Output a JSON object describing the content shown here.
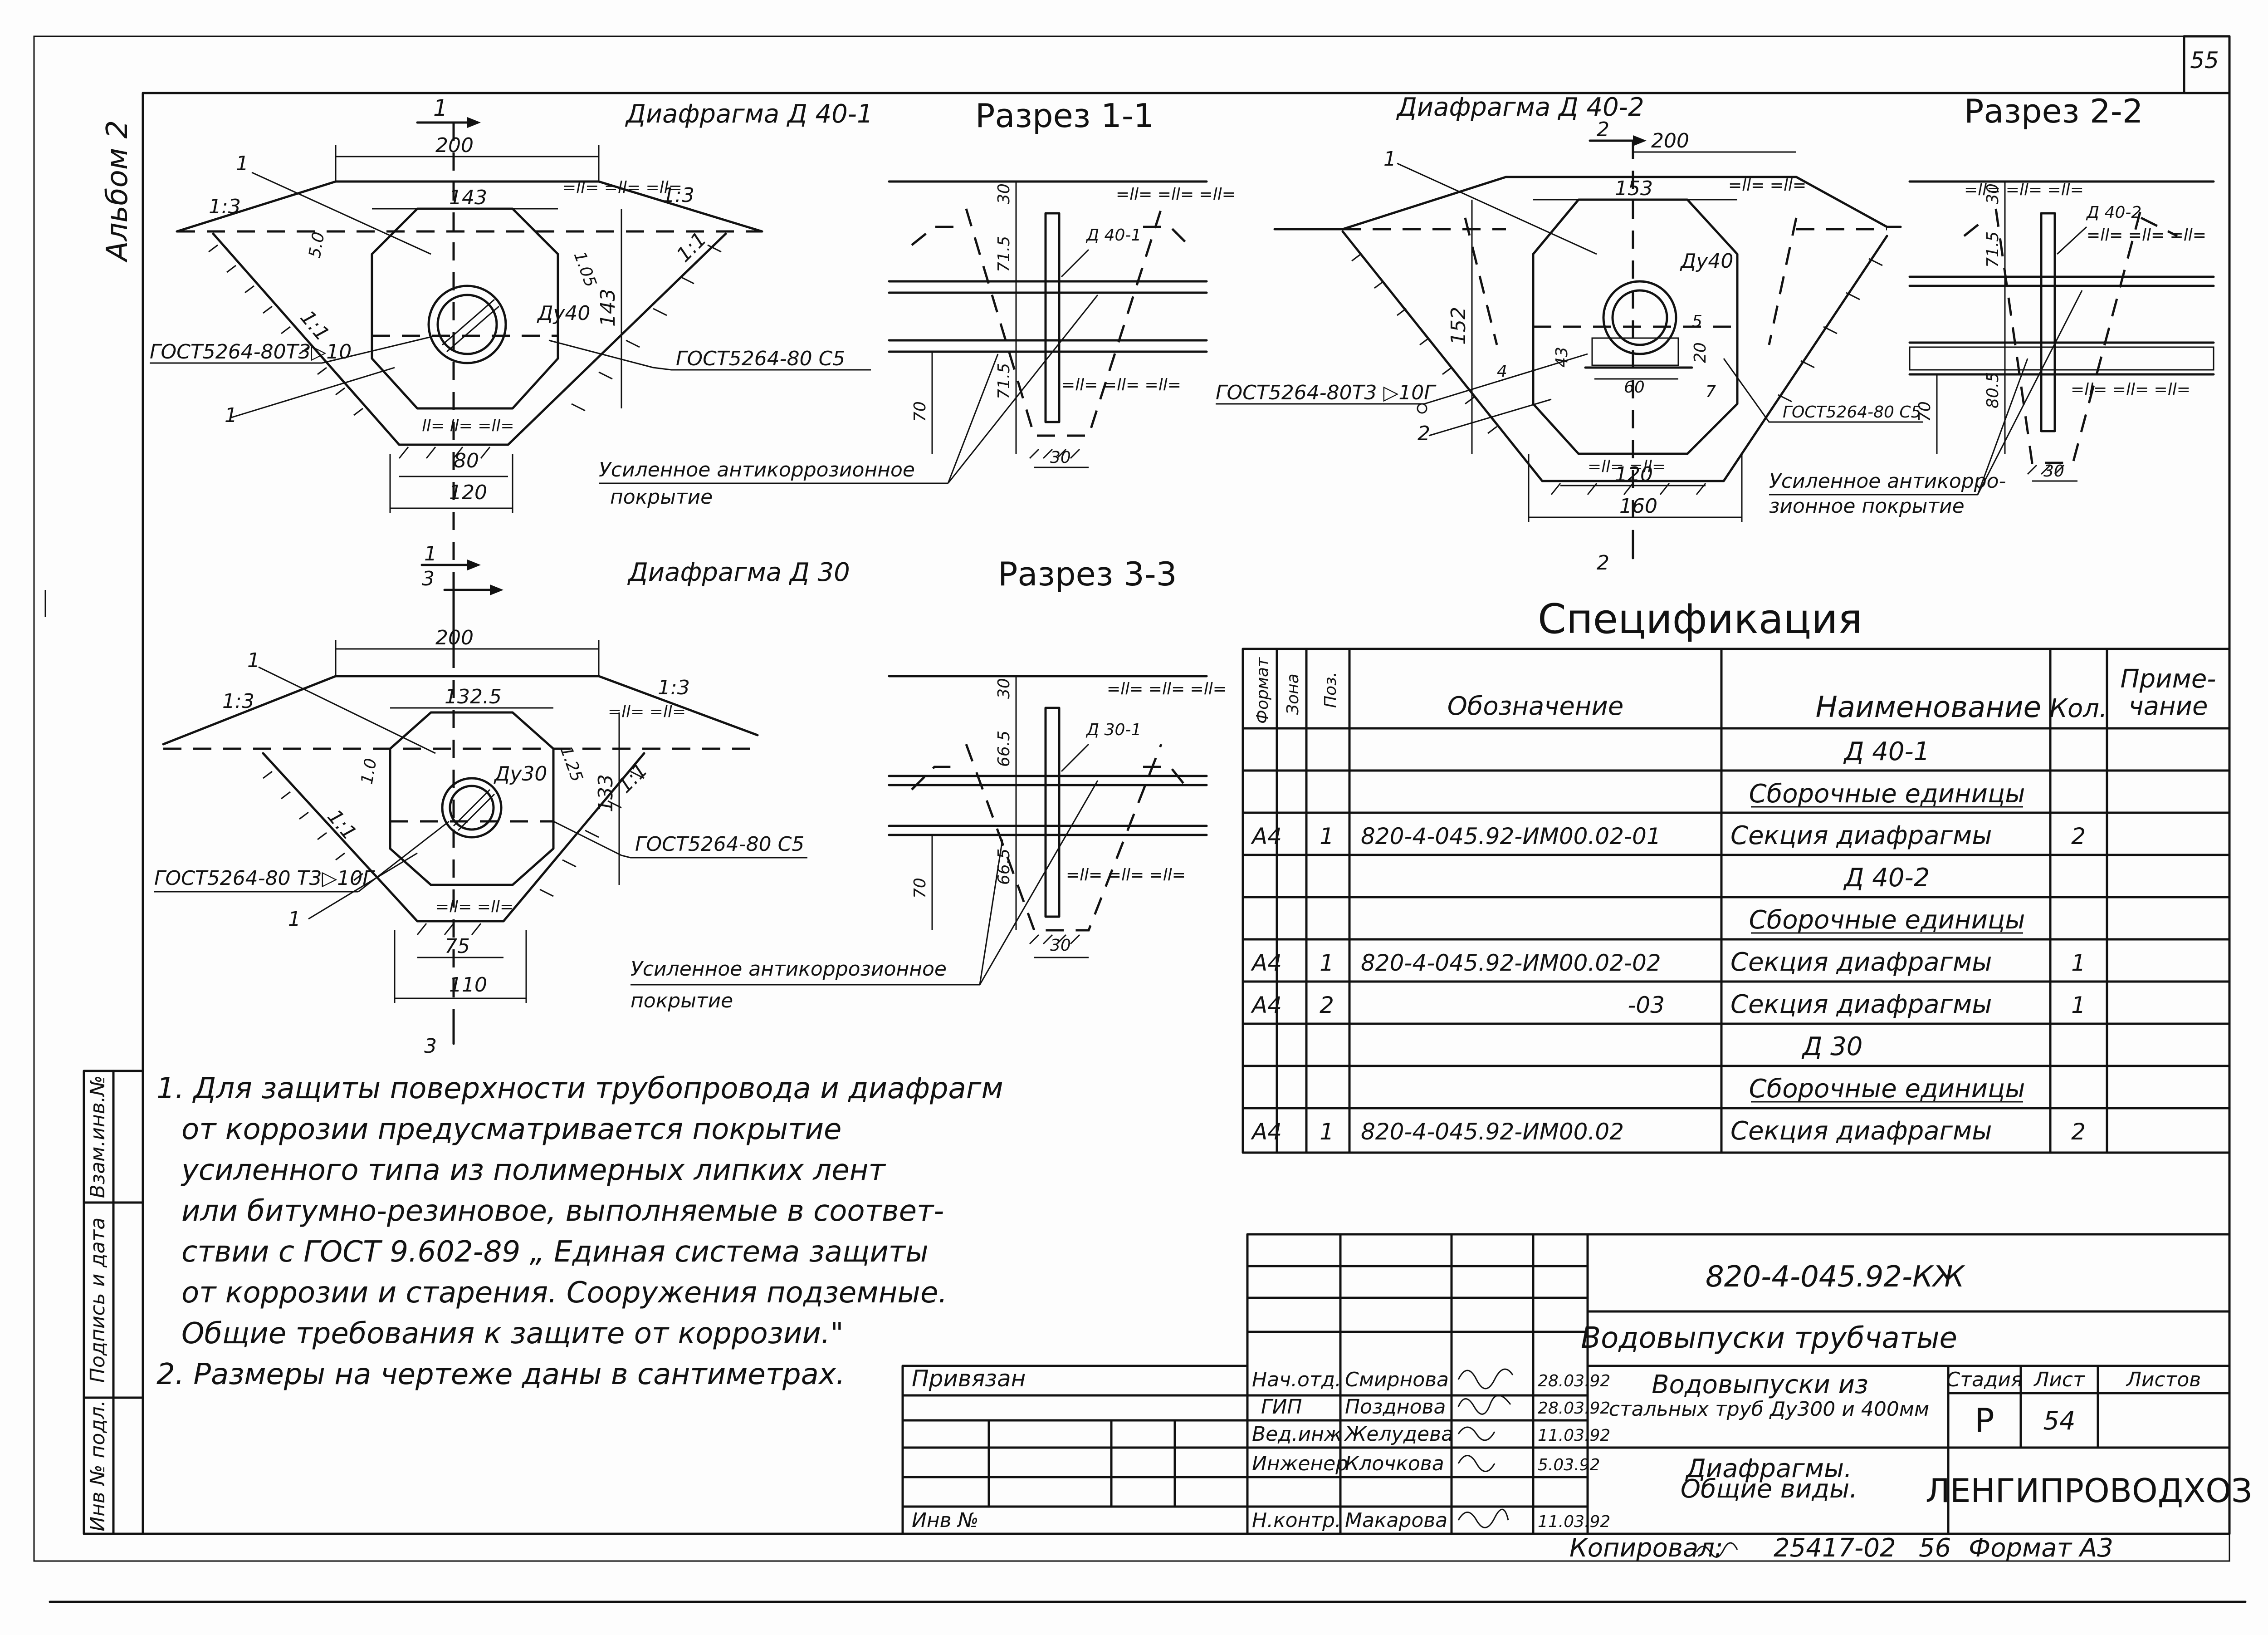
{
  "sheet_number": "55",
  "album_label": "Альбом 2",
  "d40_1": {
    "title": "Диафрагма Д 40-1",
    "section_mark": "1",
    "dims": {
      "top": "200",
      "inner_w": "143",
      "inner_h": "143",
      "bottom": "80",
      "base": "120",
      "tick": "1.05",
      "chamfer": "5.0"
    },
    "slope_left": "1:3",
    "slope_right": "1:3",
    "side_left": "1:1",
    "side_right": "1:1",
    "pipe": "Ду40",
    "pos_a": "1",
    "pos_b": "1",
    "weld_left": "ГОСТ5264-80Т3▷10",
    "weld_right": "ГОСТ5264-80  С5",
    "eq_top": "=ll= =ll= =ll=",
    "eq_bot": "ll= ll= =ll="
  },
  "section_1_1": {
    "title": "Разрез 1-1",
    "d_up": "30",
    "d_mid": "71.5",
    "d_low": "71.5",
    "d_bot": "70",
    "d_base": "30",
    "label": "Д 40-1",
    "eq": "=ll= =ll= =ll="
  },
  "coating_1": {
    "line1": "Усиленное   антикоррозионное",
    "line2": "покрытие"
  },
  "d40_2": {
    "title": "Диафрагма Д 40-2",
    "section_mark": "2",
    "dims": {
      "top": "200",
      "inner_w": "153",
      "h": "152",
      "d43": "43",
      "d60": "60",
      "d20": "20",
      "d5": "5",
      "d7": "7",
      "base": "120",
      "bottom": "160"
    },
    "pipe": "Ду40",
    "pos_a": "1",
    "pos_b": "2",
    "pos_c": "4",
    "weld": "ГОСТ5264-80Т3   ▷10Г",
    "weld_right": "ГОСТ5264-80  С5",
    "eq": "=ll= =ll="
  },
  "section_2_2": {
    "title": "Разрез 2-2",
    "d_up": "30",
    "d_mid": "71.5",
    "d_low": "80.5",
    "d_bot": "70",
    "d_base": "30",
    "label": "Д 40-2",
    "eq": "=ll= =ll= =ll="
  },
  "coating_2": {
    "line1": "Усиленное антикорро-",
    "line2": "зионное покрытие"
  },
  "d30": {
    "title": "Диафрагма Д 30",
    "section_mark": "3",
    "dims": {
      "top": "200",
      "inner_w": "132.5",
      "inner_h": "133",
      "bottom": "75",
      "base": "110",
      "tick": "1.25",
      "chamfer": "1.0"
    },
    "slope_left": "1:3",
    "slope_right": "1:3",
    "side_left": "1:1",
    "side_right": "1:1",
    "pipe": "Ду30",
    "pos_a": "1",
    "pos_b": "1",
    "weld_left": "ГОСТ5264-80  Т3▷10Г",
    "weld_right": "ГОСТ5264-80    С5",
    "eq": "=ll= =ll="
  },
  "section_3_3": {
    "title": "Разрез 3-3",
    "d_up": "30",
    "d_mid": "66.5",
    "d_low": "66.5",
    "d_bot": "70",
    "d_base": "30",
    "label": "Д 30-1",
    "eq": "=ll= =ll= =ll="
  },
  "coating_3": {
    "line1": "Усиленное  антикоррозионное",
    "line2": "покрытие"
  },
  "spec": {
    "title": "Спецификация",
    "headers": {
      "format": "Формат",
      "zone": "Зона",
      "pos": "Поз.",
      "designation": "Обозначение",
      "name": "Наименование",
      "qty": "Кол.",
      "note1": "Приме-",
      "note2": "чание"
    },
    "rows": [
      {
        "format": "",
        "pos": "",
        "designation": "",
        "name": "Д 40-1",
        "qty": ""
      },
      {
        "format": "",
        "pos": "",
        "designation": "",
        "name": "Сборочные  единицы",
        "qty": ""
      },
      {
        "format": "А4",
        "pos": "1",
        "designation": "820-4-045.92-ИМ00.02-01",
        "name": "Секция  диафрагмы",
        "qty": "2"
      },
      {
        "format": "",
        "pos": "",
        "designation": "",
        "name": "Д 40-2",
        "qty": ""
      },
      {
        "format": "",
        "pos": "",
        "designation": "",
        "name": "Сборочные  единицы",
        "qty": ""
      },
      {
        "format": "А4",
        "pos": "1",
        "designation": "820-4-045.92-ИМ00.02-02",
        "name": "Секция  диафрагмы",
        "qty": "1"
      },
      {
        "format": "А4",
        "pos": "2",
        "designation": "-03",
        "name": "Секция  диафрагмы",
        "qty": "1"
      },
      {
        "format": "",
        "pos": "",
        "designation": "",
        "name": "Д 30",
        "qty": ""
      },
      {
        "format": "",
        "pos": "",
        "designation": "",
        "name": "Сборочные  единицы",
        "qty": ""
      },
      {
        "format": "А4",
        "pos": "1",
        "designation": "820-4-045.92-ИМ00.02",
        "name": "Секция  диафрагмы",
        "qty": "2"
      }
    ]
  },
  "notes": [
    "1. Для защиты поверхности трубопровода и диафрагм",
    "от коррозии предусматривается  покрытие",
    "усиленного типа из полимерных липких лент",
    "или битумно-резиновое, выполняемые в соответ-",
    "ствии с  ГОСТ 9.602-89 „ Единая система защиты",
    "от коррозии и старения. Сооружения подземные.",
    "Общие требования к защите от коррозии.\"",
    "2. Размеры на чертеже даны в сантиметрах."
  ],
  "side_stamp": [
    "Инв № подл.",
    "Подпись и дата",
    "Взам.инв.№"
  ],
  "title_block": {
    "doc_code": "820-4-045.92-КЖ",
    "project": "Водовыпуски  трубчатые",
    "subject1": "Водовыпуски  из",
    "subject2": "стальных труб Ду300 и 400мм",
    "sheet_title1": "Диафрагмы.",
    "sheet_title2": "Общие виды.",
    "stage_h": "Стадия",
    "sheet_h": "Лист",
    "sheets_h": "Листов",
    "stage": "Р",
    "sheet": "54",
    "org": "ЛЕНГИПРОВОДХОЗ",
    "privyazan": "Привязан",
    "inv": "Инв №",
    "people": [
      {
        "role": "Нач.отд.",
        "name": "Смирнова",
        "date": "28.03.92"
      },
      {
        "role": "ГИП",
        "name": "Позднова",
        "date": "28.03.92"
      },
      {
        "role": "Вед.инж",
        "name": "Желудева",
        "date": "11.03.92"
      },
      {
        "role": "Инженер",
        "name": "Клочкова",
        "date": "5.03.92"
      },
      {
        "role": "Н.контр.",
        "name": "Макарова",
        "date": "11.03.92"
      }
    ]
  },
  "copied": {
    "label": "Копировал:",
    "num": "25417-02",
    "sheet": "56",
    "format": "Формат А3"
  }
}
